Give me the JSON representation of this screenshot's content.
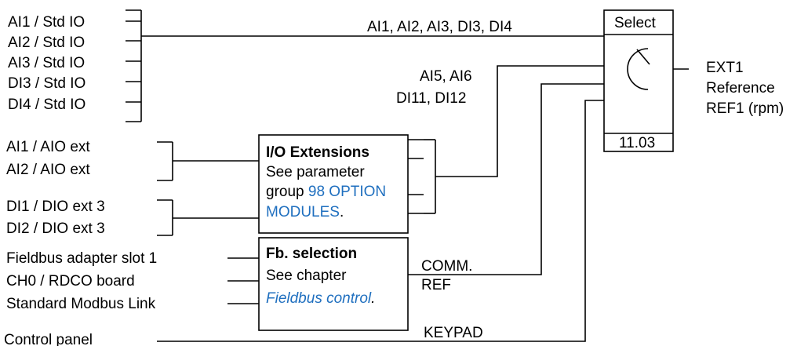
{
  "std_io_inputs": [
    "AI1 / Std IO",
    "AI2 / Std IO",
    "AI3 / Std IO",
    "DI3 / Std IO",
    "DI4 / Std IO"
  ],
  "std_io_bus_label": "AI1, AI2, AI3, DI3, DI4",
  "ext_inputs_ai": [
    "AI1 / AIO ext",
    "AI2 / AIO ext"
  ],
  "ext_inputs_di": [
    "DI1 / DIO ext 3",
    "DI2 / DIO ext 3"
  ],
  "ext_bus_label": [
    "AI5, AI6",
    "DI11, DI12"
  ],
  "io_box": {
    "title": "I/O Extensions",
    "text1": "See parameter",
    "text2": "group ",
    "link1": "98 OPTION",
    "link2": "MODULES",
    "text3": "."
  },
  "fb_inputs": [
    "Fieldbus adapter slot 1",
    "CH0 / RDCO board",
    "Standard Modbus Link"
  ],
  "fb_box": {
    "title": "Fb. selection",
    "text1": "See chapter",
    "link": "Fieldbus control",
    "text2": "."
  },
  "comm_ref_label": [
    "COMM.",
    "REF"
  ],
  "control_panel_label": "Control panel",
  "keypad_label": "KEYPAD",
  "select_box": {
    "title": "Select",
    "parameter": "11.03"
  },
  "output_labels": [
    "EXT1",
    "Reference",
    "REF1 (rpm)"
  ]
}
